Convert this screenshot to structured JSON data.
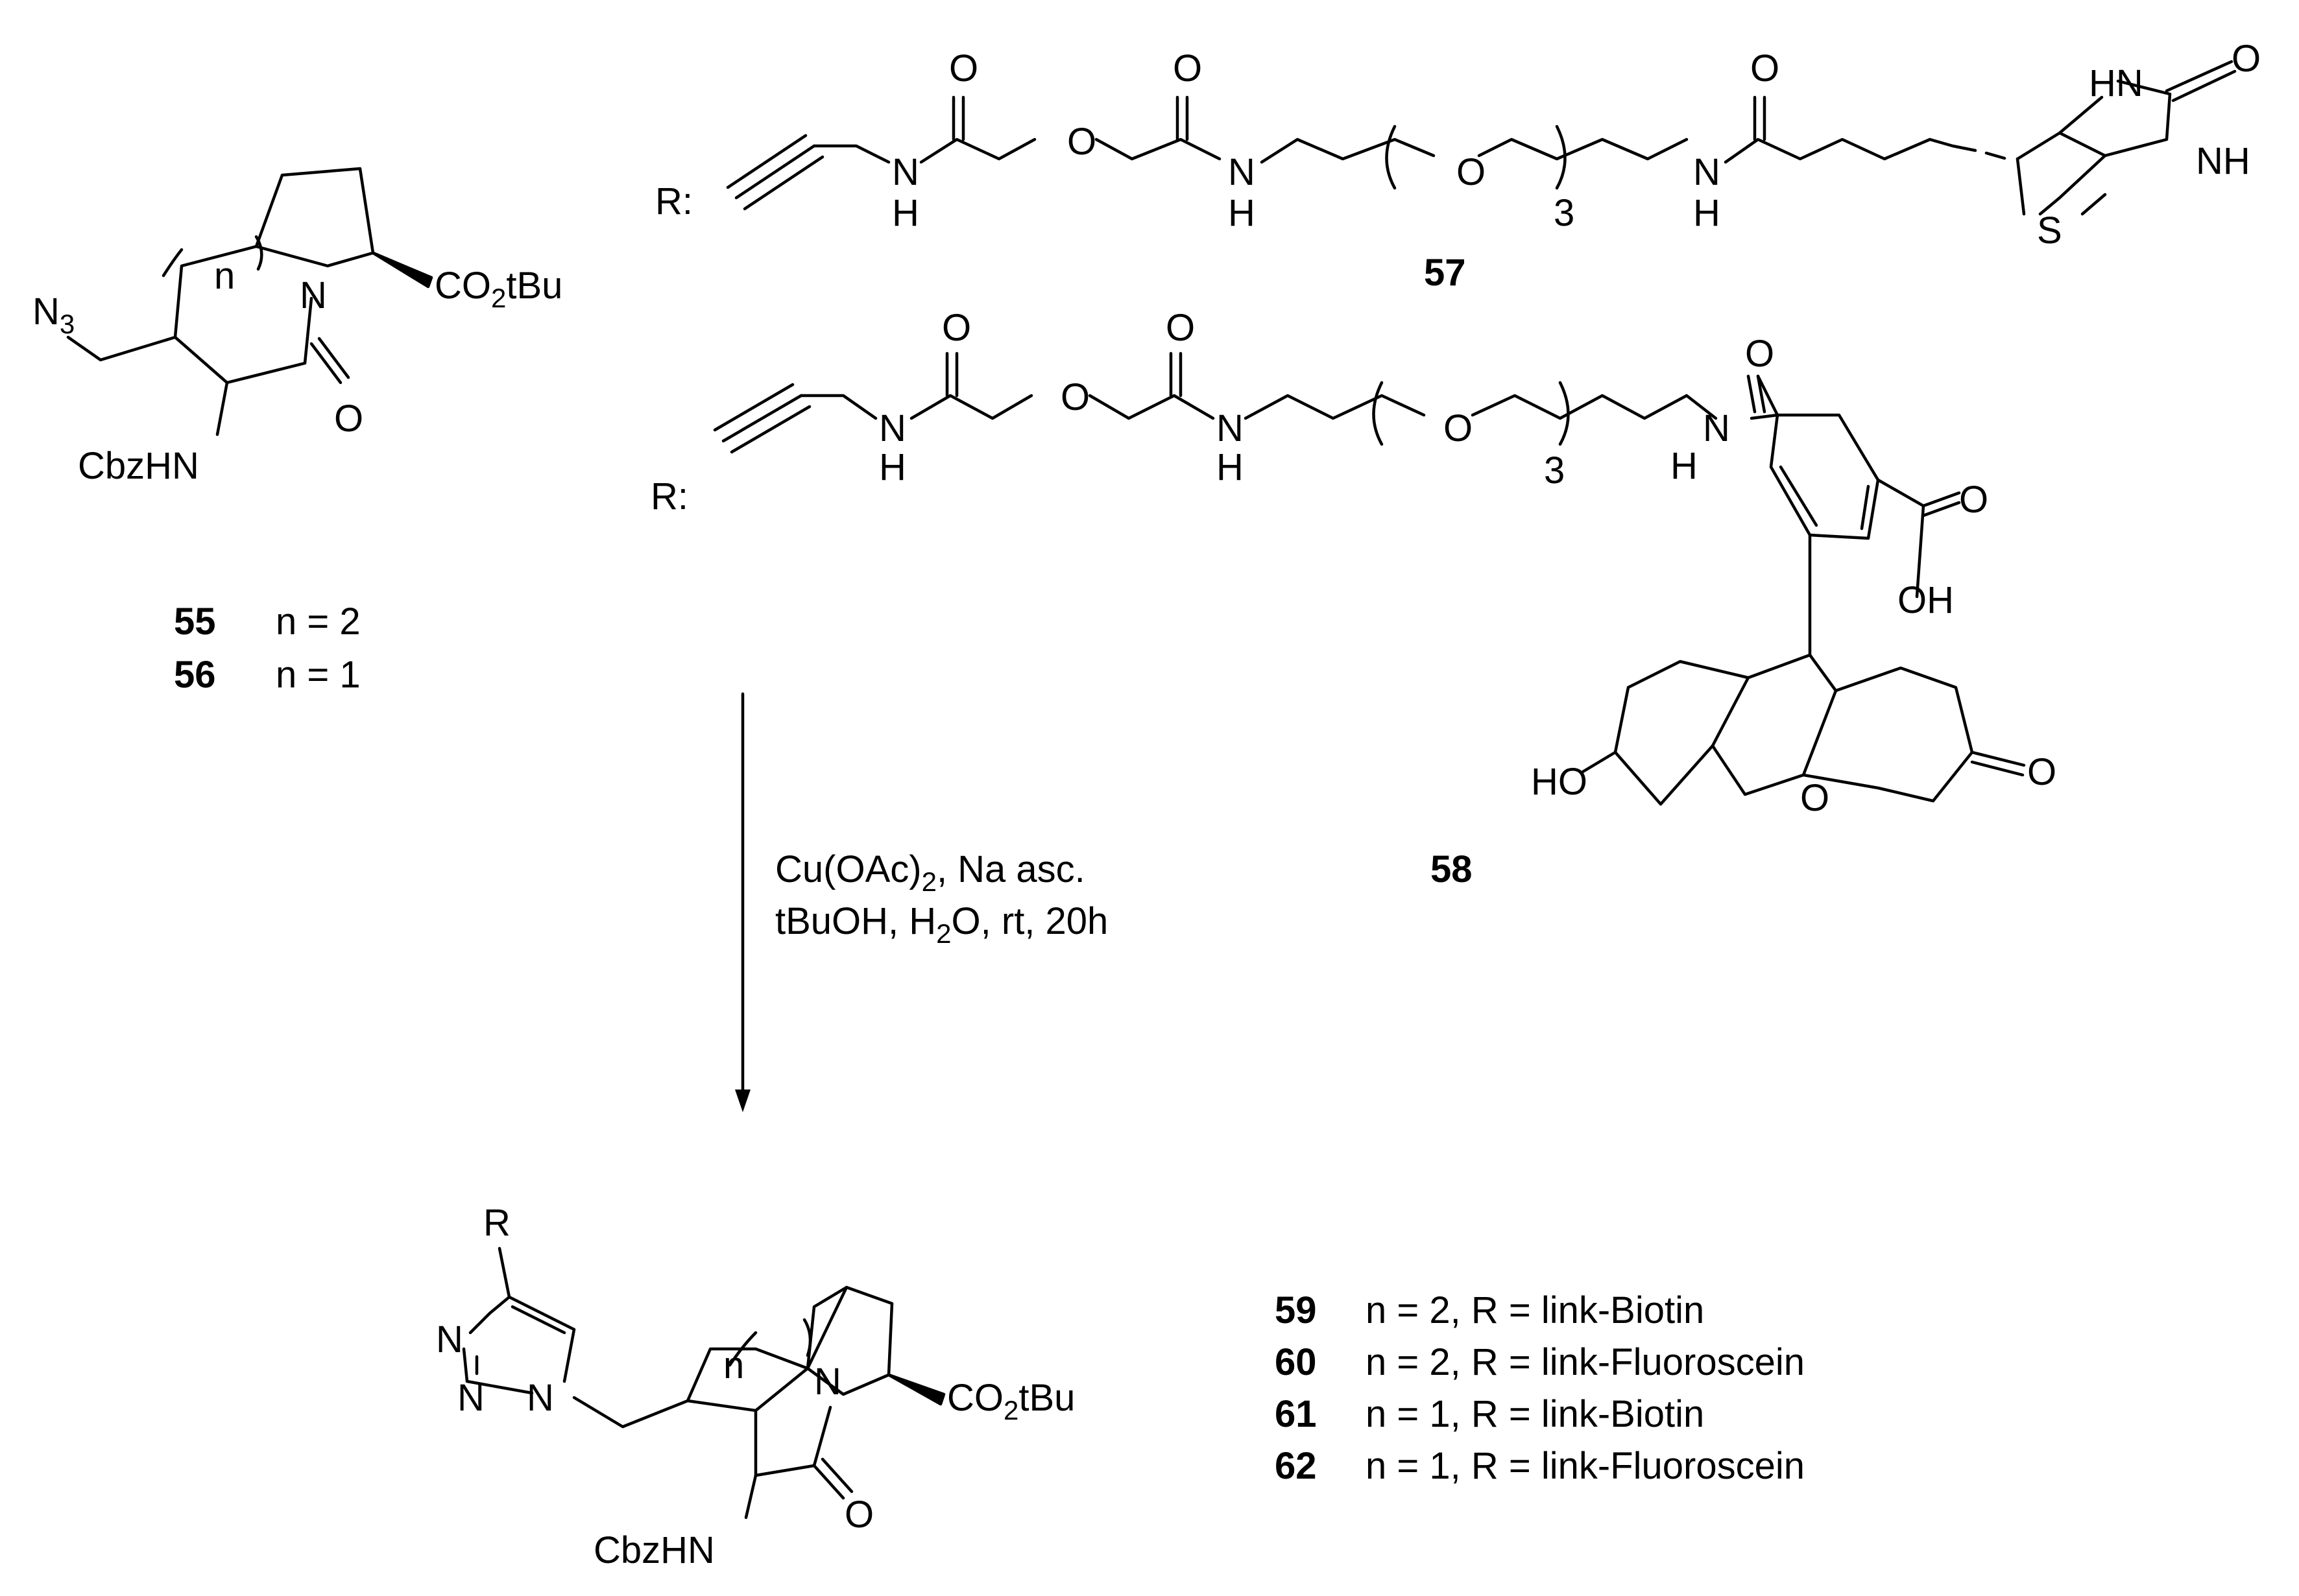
{
  "atoms": {
    "N": "N",
    "O": "O",
    "S": "S",
    "H": "H",
    "NH": "NH",
    "HN": "HN",
    "N3_main": "N",
    "N3_sub": "3",
    "CbzHN": "CbzHN",
    "ester_main": "CO",
    "ester_sub": "2",
    "ester_end": "tBu",
    "OH": "OH",
    "HO": "HO",
    "R": "R",
    "R_colon": "R:",
    "n": "n",
    "three": "3"
  },
  "compounds": {
    "c55": {
      "id": "55",
      "desc": "n = 2"
    },
    "c56": {
      "id": "56",
      "desc": "n = 1"
    },
    "c57": {
      "id": "57"
    },
    "c58": {
      "id": "58"
    }
  },
  "products": [
    {
      "id": "59",
      "desc": "n = 2, R = link-Biotin"
    },
    {
      "id": "60",
      "desc": "n = 2, R = link-Fluoroscein"
    },
    {
      "id": "61",
      "desc": "n = 1, R = link-Biotin"
    },
    {
      "id": "62",
      "desc": "n = 1, R = link-Fluoroscein"
    }
  ],
  "conditions": {
    "line1_a": "Cu(OAc)",
    "line1_sub": "2",
    "line1_b": ", Na asc.",
    "line2_a": "tBuOH, H",
    "line2_sub": "2",
    "line2_b": "O, rt, 20h"
  }
}
